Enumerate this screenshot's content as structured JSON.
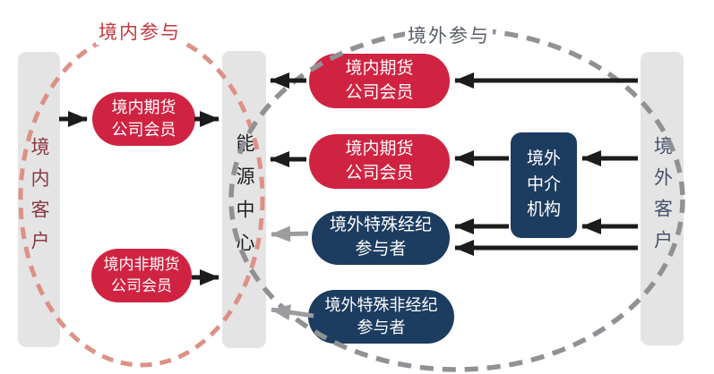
{
  "titles": {
    "domestic_participation": "境内参与",
    "overseas_participation": "境外参与"
  },
  "bars": {
    "left_label": "境内客户",
    "center_label": "能源中心",
    "right_label": "境外客户"
  },
  "boxes": {
    "domestic_futures_member_left": "境内期货\n公司会员",
    "domestic_non_futures_member": "境内非期货\n公司会员",
    "domestic_futures_member_top": "境内期货\n公司会员",
    "domestic_futures_member_mid": "境内期货\n公司会员",
    "overseas_intermediary": "境外\n中介\n机构",
    "overseas_special_broker": "境外特殊经纪\n参与者",
    "overseas_special_non_broker": "境外特殊非经纪\n参与者"
  },
  "colors": {
    "red_box": "#d02342",
    "navy_box": "#1c3c60",
    "bar_bg": "#e4e4e4",
    "domestic_title": "#c2383f",
    "overseas_title": "#585d68",
    "domestic_dash": "#dd9186",
    "overseas_dash": "#8f9195",
    "arrow_black": "#1c1c1c",
    "arrow_gray": "#9a9c9e",
    "left_bar_text": "#8a3a42",
    "right_bar_text": "#47536b",
    "center_bar_text": "#1c1c1c"
  }
}
